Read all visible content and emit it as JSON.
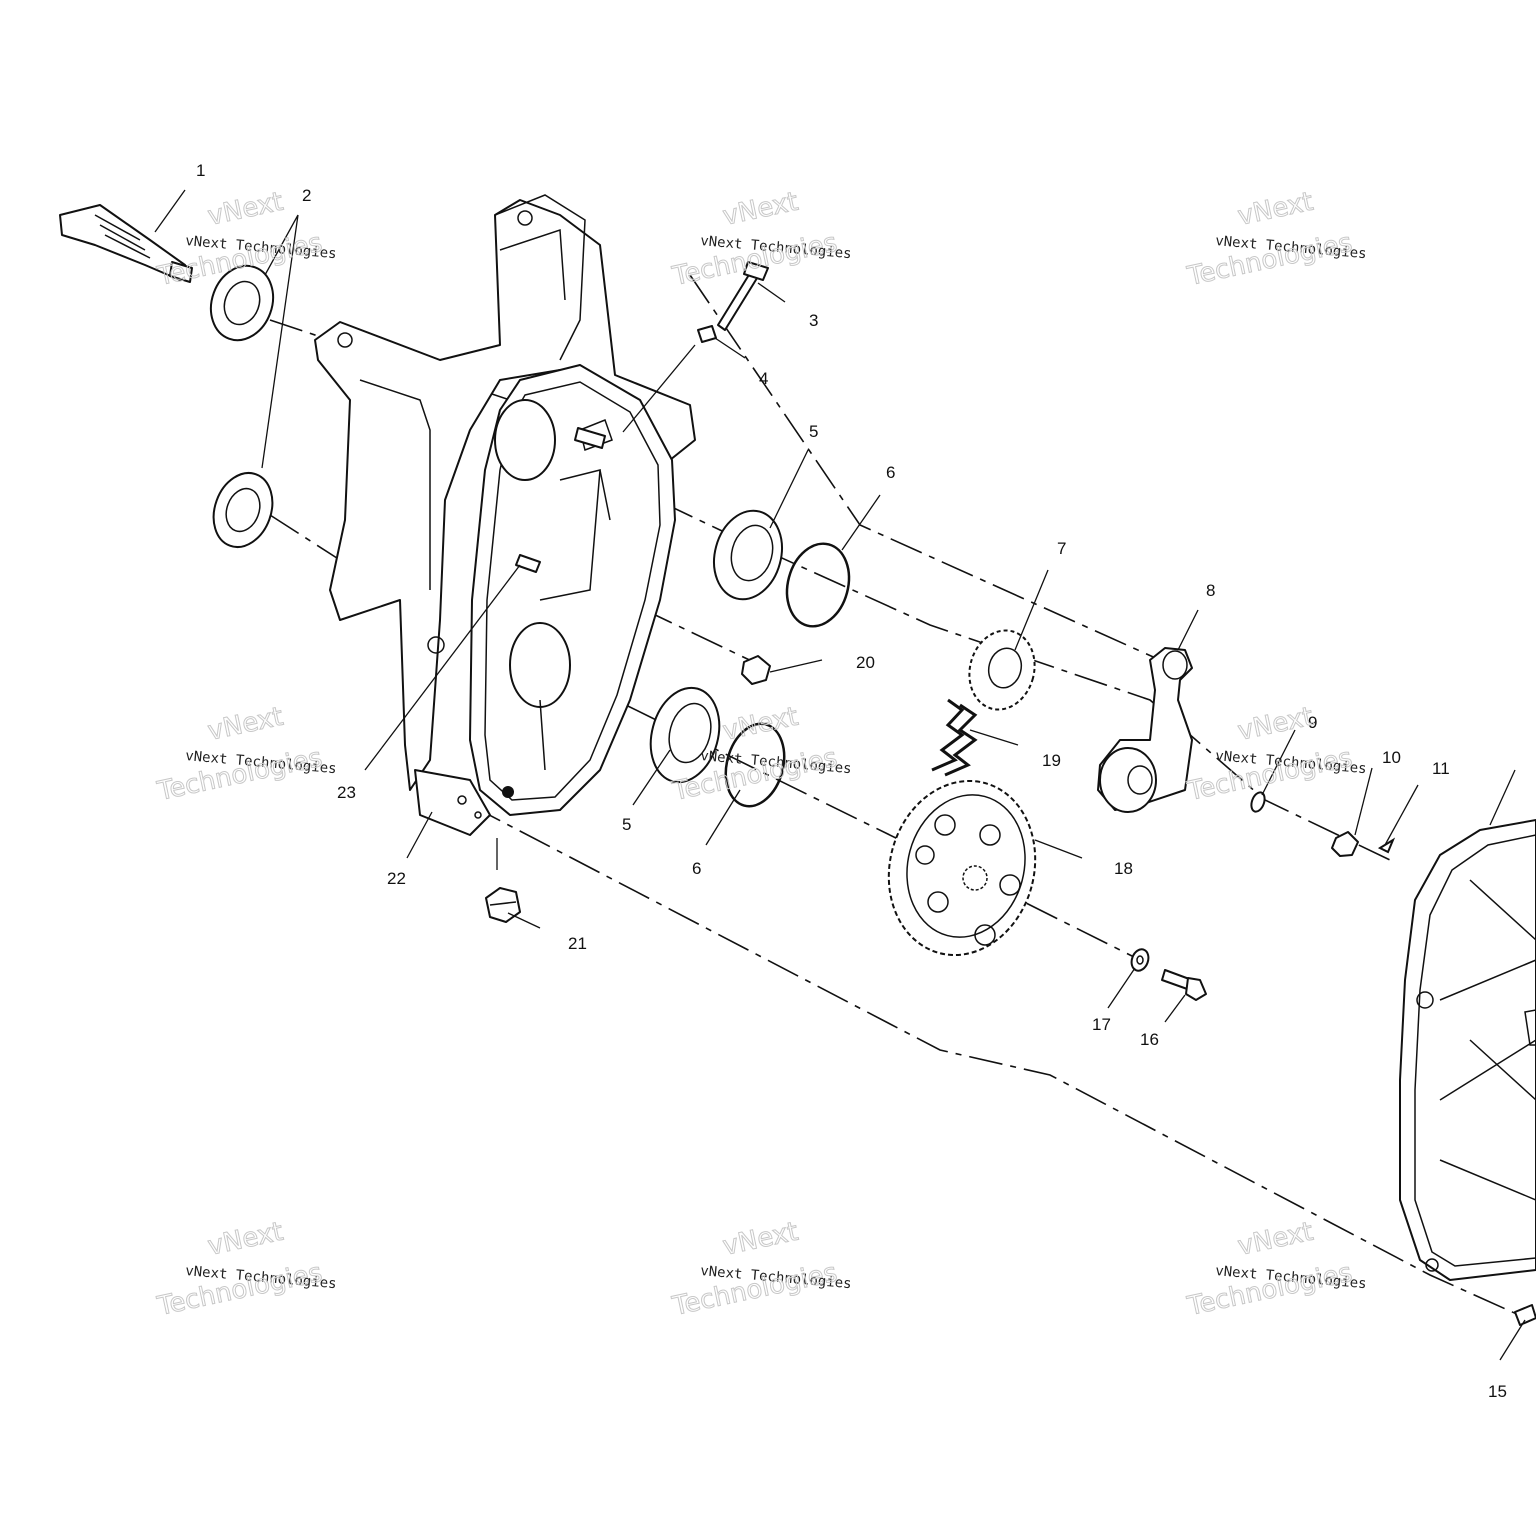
{
  "diagram": {
    "callouts": [
      "1",
      "2",
      "3",
      "4",
      "5",
      "6",
      "7",
      "8",
      "9",
      "10",
      "11",
      "15",
      "16",
      "17",
      "18",
      "19",
      "20",
      "21",
      "22",
      "23",
      "5",
      "6"
    ],
    "watermark": {
      "line1": "vNext",
      "line2": "vNext Technologies",
      "line3": "Technologies"
    }
  }
}
